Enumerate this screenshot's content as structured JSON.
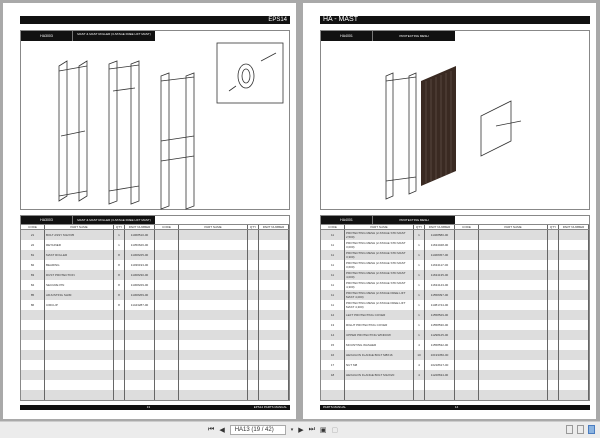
{
  "left_page": {
    "header": "EPS14",
    "section_code": "HA3003",
    "section_title": "MAST & MAST ROLLER (3-STAGE FREE LIFT MAST)",
    "columns": [
      "CODE",
      "PART NAME",
      "QTY",
      "PART NUMBER",
      "CODE",
      "PART NAME",
      "QTY",
      "PART NUMBER"
    ],
    "rows": [
      [
        "21",
        "BOLT ASSY M12X35",
        "1",
        "11068510-00"
      ],
      [
        "22",
        "RETAINER",
        "1",
        "11350626-00"
      ],
      [
        "81",
        "MAST ROLLER",
        "8",
        "11308225-00"
      ],
      [
        "82",
        "BEARING",
        "8",
        "11036193-00"
      ],
      [
        "83",
        "DUST PROTECTION",
        "8",
        "11308230-00"
      ],
      [
        "84",
        "SECURE PIN",
        "8",
        "11308229-00"
      ],
      [
        "85",
        "ADJUSTING SHIM",
        "8",
        "11308269-00"
      ],
      [
        "86",
        "CIRCLIP",
        "8",
        "11443287-00"
      ]
    ],
    "total_rows": 17,
    "footer_page": "13",
    "footer_right": "EPS14 PARTS MANUAL"
  },
  "right_page": {
    "header": "HA - MAST",
    "section_code": "HA4001",
    "section_title": "PROTECTING MESH",
    "columns": [
      "CODE",
      "PART NAME",
      "QTY",
      "PART NUMBER",
      "CODE",
      "PART NAME",
      "QTY",
      "PART NUMBER"
    ],
    "rows": [
      [
        "11",
        "PROTECTING MESH (2-STAGE STD MAST 2,500)",
        "1",
        "11468580-00"
      ],
      [
        "11",
        "PROTECTING MESH (2-STAGE STD MAST 3,000)",
        "1",
        "11634048-00"
      ],
      [
        "11",
        "PROTECTING MESH (2-STAGE STD MAST 3,300)",
        "1",
        "11468457-00"
      ],
      [
        "11",
        "PROTECTING MESH (2-STAGE STD MAST 3,600)",
        "1",
        "11634117-00"
      ],
      [
        "11",
        "PROTECTING MESH (2-STAGE STD MAST 4,000)",
        "1",
        "11634135-00"
      ],
      [
        "11",
        "PROTECTING MESH (2-STAGE STD MAST 4,300)",
        "1",
        "11634143-00"
      ],
      [
        "11",
        "PROTECTING MESH (2-STAGE FREE LIFT MAST 4,000)",
        "1",
        "11558397-00"
      ],
      [
        "11",
        "PROTECTING MESH (2-STAGE FREE LIFT MAST 4,300)",
        "1",
        "11381744-00"
      ],
      [
        "12",
        "LEFT PROTECTING COVER",
        "1",
        "11558529-00"
      ],
      [
        "13",
        "RIGHT PROTECTING COVER",
        "1",
        "11558530-00"
      ],
      [
        "14",
        "UPPER PROTECTING WINDOW",
        "1",
        "11298125-00"
      ],
      [
        "15",
        "MOUNTING WASHER",
        "4",
        "11558532-00"
      ],
      [
        "16",
        "HEXAGON FLANGE BOLT M8X16",
        "10",
        "10193350-00"
      ],
      [
        "17",
        "NUT M8",
        "4",
        "10218617-00"
      ],
      [
        "18",
        "HEXAGON FLANGE BOLT M12X20",
        "4",
        "11228634-00"
      ]
    ],
    "total_rows": 17,
    "footer_left": "PARTS MANUAL",
    "footer_page": "14"
  },
  "viewer": {
    "page_select": "HA13 (19 / 42)",
    "icons": [
      "first-page-icon",
      "prev-page-icon",
      "next-page-icon",
      "last-page-icon",
      "fit-page-icon",
      "fit-width-icon",
      "single-page-icon",
      "continuous-icon",
      "two-page-icon"
    ]
  }
}
